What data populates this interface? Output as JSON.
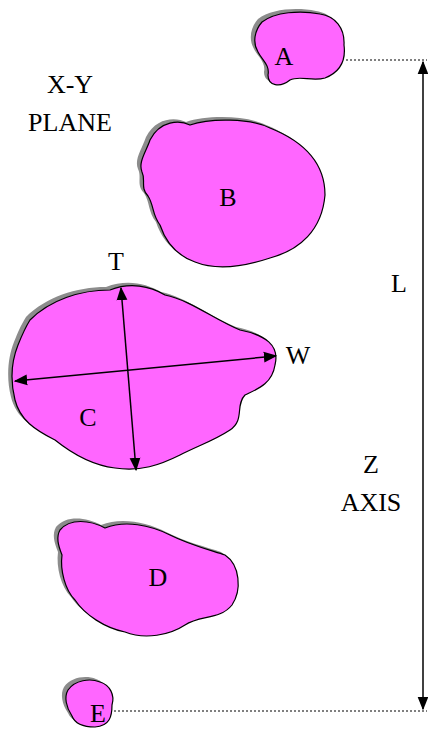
{
  "diagram": {
    "nodes": [
      {
        "text": [
          "A"
        ]
      },
      {
        "text": [
          "B"
        ]
      },
      {
        "text": [
          "C"
        ]
      },
      {
        "text": [
          "D"
        ]
      },
      {
        "text": [
          "E"
        ]
      }
    ],
    "labels": [
      "X-Y PLANE",
      "T",
      "W",
      "L",
      "Z AXIS"
    ]
  }
}
